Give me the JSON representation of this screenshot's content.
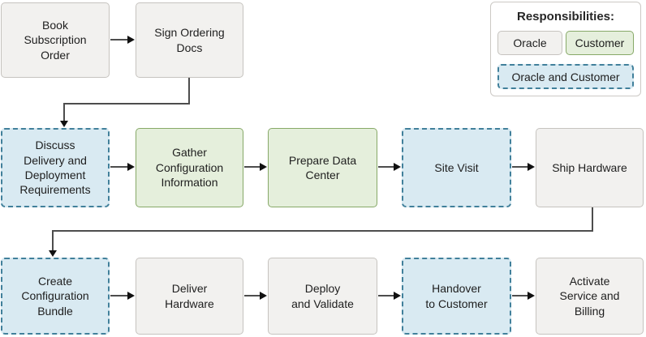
{
  "legend": {
    "title": "Responsibilities:",
    "items": [
      {
        "id": "oracle",
        "label": "Oracle"
      },
      {
        "id": "customer",
        "label": "Customer"
      },
      {
        "id": "both",
        "label": "Oracle and Customer"
      }
    ]
  },
  "nodes": {
    "book": {
      "label": "Book\nSubscription\nOrder",
      "responsibility": "oracle"
    },
    "sign": {
      "label": "Sign Ordering\nDocs",
      "responsibility": "oracle"
    },
    "discuss": {
      "label": "Discuss\nDelivery and\nDeployment\nRequirements",
      "responsibility": "both"
    },
    "gather": {
      "label": "Gather\nConfiguration\nInformation",
      "responsibility": "customer"
    },
    "prepare": {
      "label": "Prepare Data\nCenter",
      "responsibility": "customer"
    },
    "site_visit": {
      "label": "Site Visit",
      "responsibility": "both"
    },
    "ship": {
      "label": "Ship Hardware",
      "responsibility": "oracle"
    },
    "create_bundle": {
      "label": "Create\nConfiguration\nBundle",
      "responsibility": "both"
    },
    "deliver": {
      "label": "Deliver\nHardware",
      "responsibility": "oracle"
    },
    "deploy": {
      "label": "Deploy\nand Validate",
      "responsibility": "oracle"
    },
    "handover": {
      "label": "Handover\nto Customer",
      "responsibility": "both"
    },
    "activate": {
      "label": "Activate\nService and\nBilling",
      "responsibility": "oracle"
    }
  },
  "colors": {
    "oracle_fill": "#f2f1ef",
    "oracle_border": "#c6c3bf",
    "customer_fill": "#e5efdc",
    "customer_border": "#87a968",
    "both_fill": "#d9eaf2",
    "both_border": "#41809b",
    "connector": "#4d4d4d",
    "arrowhead": "#111111",
    "text": "#1e1e1e"
  }
}
